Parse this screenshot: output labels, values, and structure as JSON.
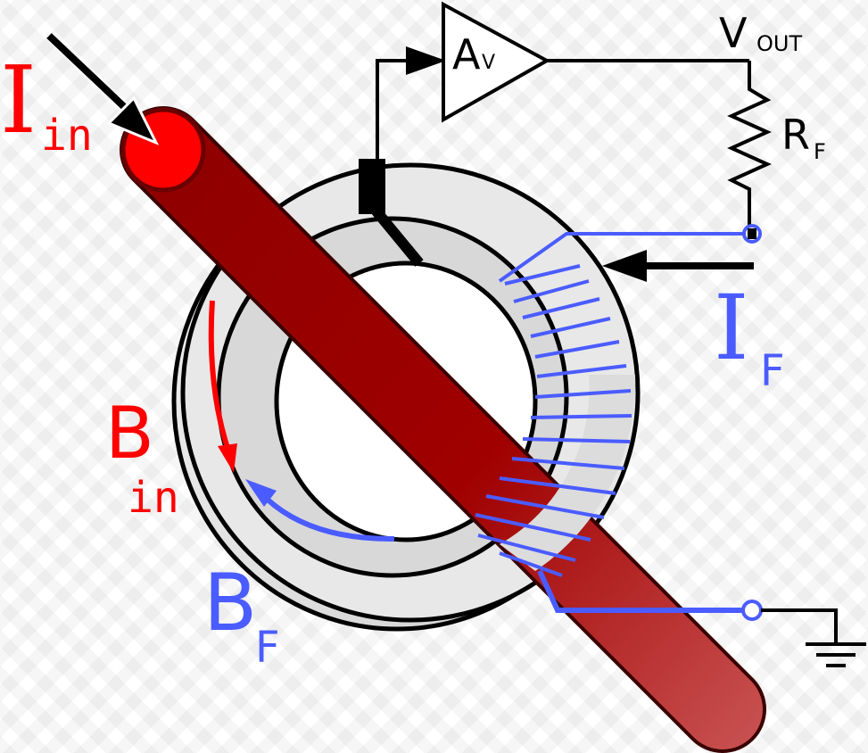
{
  "labels": {
    "i_in_main": "I",
    "i_in_sub": "in",
    "b_in_main": "B",
    "b_in_sub": "in",
    "b_f_main": "B",
    "b_f_sub": "F",
    "i_f_main": "I",
    "i_f_sub": "F",
    "amp_main": "A",
    "amp_sub": "V",
    "vout_main": "V",
    "vout_sub": "OUT",
    "rf_main": "R",
    "rf_sub": "F"
  },
  "colors": {
    "input_red": "#ff0000",
    "conductor_dark": "#8b0000",
    "conductor_light": "#c0392b",
    "feedback_blue": "#4a5cff",
    "core_gray": "#dddddd",
    "line_black": "#000000"
  }
}
